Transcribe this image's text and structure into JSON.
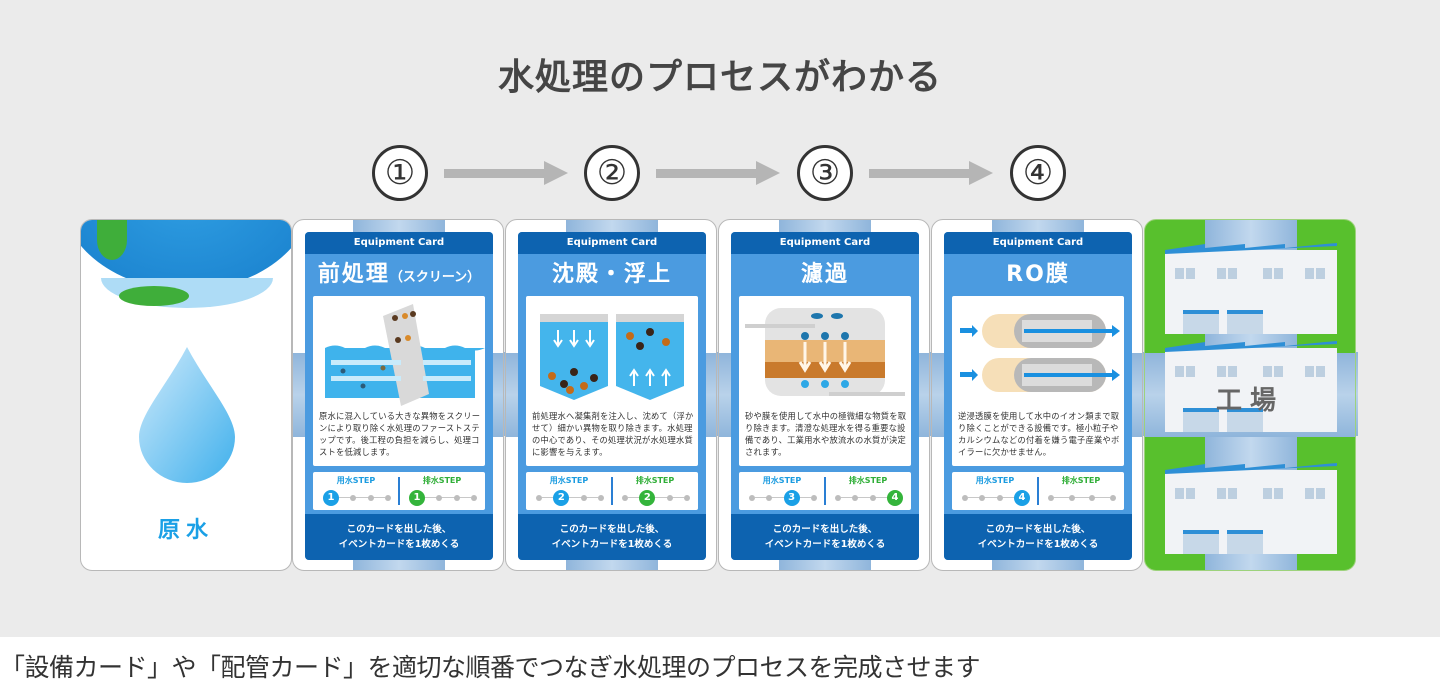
{
  "title": "水処理のプロセスがわかる",
  "process_steps": [
    "①",
    "②",
    "③",
    "④"
  ],
  "source_card": {
    "label": "原水",
    "icon": "water-drop-earth"
  },
  "equipment_cards": [
    {
      "header": "Equipment Card",
      "title": "前処理",
      "title_sub": "（スクリーン）",
      "illustration": "screen-filter",
      "description": "原水に混入している大きな異物をスクリーンにより取り除く水処理のファーストステップです。後工程の負担を減らし、処理コストを低減します。",
      "use_step_label": "用水STEP",
      "use_step": 1,
      "drain_step_label": "排水STEP",
      "drain_step": 1,
      "footer_line1": "このカードを出した後、",
      "footer_line2": "イベントカードを1枚めくる"
    },
    {
      "header": "Equipment Card",
      "title": "沈殿・浮上",
      "title_sub": "",
      "illustration": "sedimentation-flotation",
      "description": "前処理水へ凝集剤を注入し、沈めて（浮かせて）細かい異物を取り除きます。水処理の中心であり、その処理状況が水処理水質に影響を与えます。",
      "use_step_label": "用水STEP",
      "use_step": 2,
      "drain_step_label": "排水STEP",
      "drain_step": 2,
      "footer_line1": "このカードを出した後、",
      "footer_line2": "イベントカードを1枚めくる"
    },
    {
      "header": "Equipment Card",
      "title": "濾過",
      "title_sub": "",
      "illustration": "sand-filter",
      "description": "砂や膜を使用して水中の極微細な物質を取り除きます。清澄な処理水を得る重要な設備であり、工業用水や放流水の水質が決定されます。",
      "use_step_label": "用水STEP",
      "use_step": 3,
      "drain_step_label": "排水STEP",
      "drain_step": 4,
      "footer_line1": "このカードを出した後、",
      "footer_line2": "イベントカードを1枚めくる"
    },
    {
      "header": "Equipment Card",
      "title": "RO膜",
      "title_sub": "",
      "illustration": "ro-membrane",
      "description": "逆浸透膜を使用して水中のイオン類まで取り除くことができる設備です。極小粒子やカルシウムなどの付着を嫌う電子産業やボイラーに欠かせません。",
      "use_step_label": "用水STEP",
      "use_step": 4,
      "drain_step_label": "排水STEP",
      "drain_step": 0,
      "footer_line1": "このカードを出した後、",
      "footer_line2": "イベントカードを1枚めくる"
    }
  ],
  "destination_card": {
    "label": "工場",
    "icon": "factory"
  },
  "caption": "「設備カード」や「配管カード」を適切な順番でつなぎ水処理のプロセスを完成させます",
  "colors": {
    "card_blue": "#4b9be0",
    "card_header_blue": "#0d63b0",
    "use_step": "#1aa0e6",
    "drain_step": "#34b43b",
    "factory_green": "#58c02d",
    "background": "#ebebeb"
  }
}
